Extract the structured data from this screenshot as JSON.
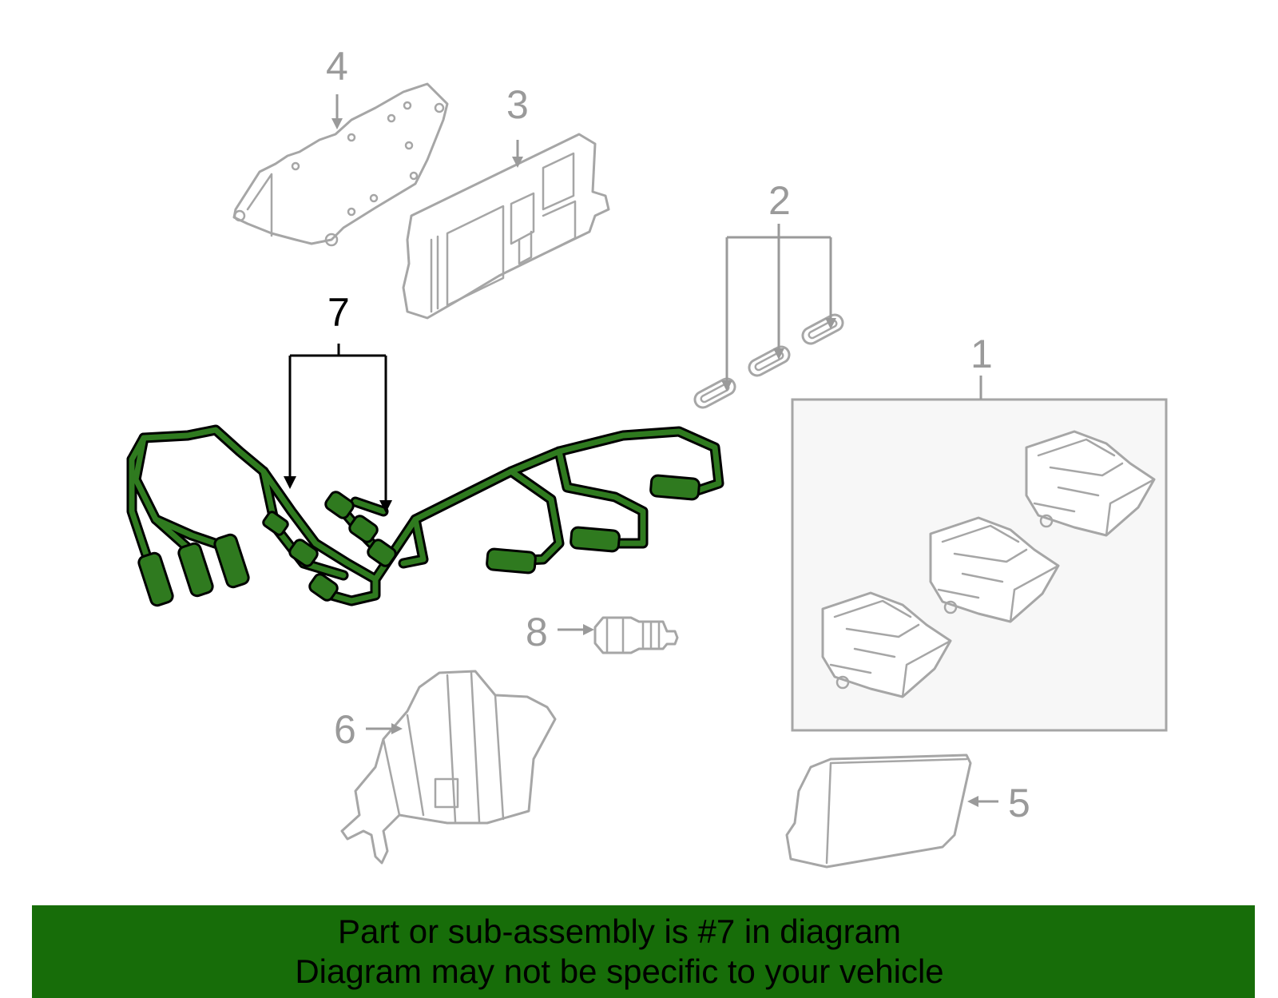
{
  "callouts": [
    {
      "id": "1",
      "label": "1"
    },
    {
      "id": "2",
      "label": "2"
    },
    {
      "id": "3",
      "label": "3"
    },
    {
      "id": "4",
      "label": "4"
    },
    {
      "id": "5",
      "label": "5"
    },
    {
      "id": "6",
      "label": "6"
    },
    {
      "id": "7",
      "label": "7",
      "highlighted": true
    },
    {
      "id": "8",
      "label": "8"
    }
  ],
  "colors": {
    "highlight_part": "#2f7a1f",
    "banner_background": "#176d09",
    "line_art": "#a6a6a6",
    "callout_text": "#9a9a9a"
  },
  "banner": {
    "line1": "Part or sub-assembly is #7 in diagram",
    "line2": "Diagram may not be specific to your vehicle"
  }
}
